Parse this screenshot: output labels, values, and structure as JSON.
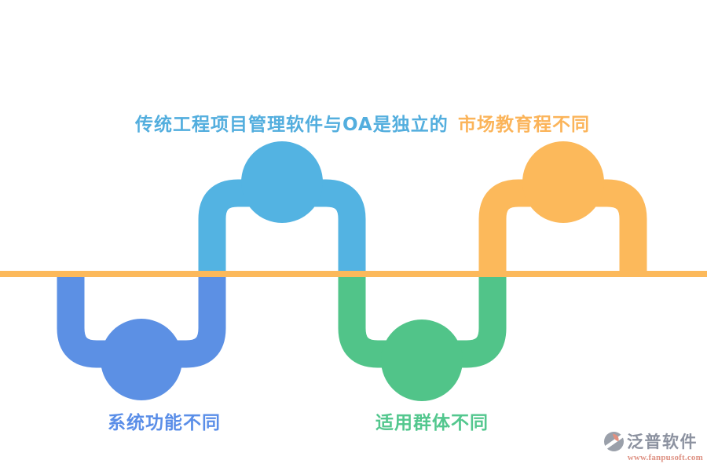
{
  "diagram": {
    "baseline_color": "#FCB95B",
    "nodes": [
      {
        "id": "system-functions",
        "side": "below-line",
        "label": "系统功能不同",
        "color": "#5C90E4",
        "label_color": "#5A8EE8"
      },
      {
        "id": "traditional-software-vs-oa",
        "side": "above-line",
        "label": "传统工程项目管理软件与OA是独立的",
        "color": "#53B3E2",
        "label_color": "#53AEDE"
      },
      {
        "id": "applicable-groups",
        "side": "below-line",
        "label": "适用群体不同",
        "color": "#51C489",
        "label_color": "#53C78E"
      },
      {
        "id": "market-education",
        "side": "above-line",
        "label": "市场教育程不同",
        "color": "#FCB95B",
        "label_color": "#FBB45A"
      }
    ]
  },
  "watermark": {
    "icon": "fanpu-logo-icon",
    "brand": "泛普软件",
    "url": "www.fanpusoft.com",
    "brand_color": "#8C92A0",
    "url_color": "#DE9183",
    "icon_body_color": "#9AA0AA",
    "icon_leaf_color": "#E2907F"
  }
}
